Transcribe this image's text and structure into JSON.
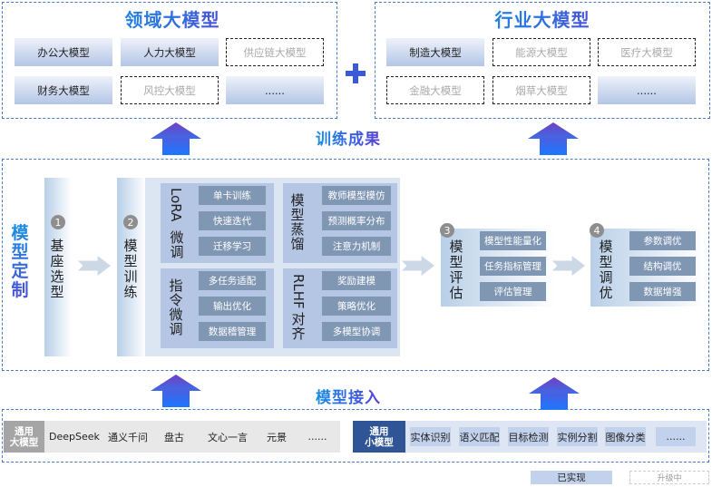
{
  "domain_models": {
    "title": "领域大模型",
    "items": [
      {
        "label": "办公大模型",
        "status": "done"
      },
      {
        "label": "人力大模型",
        "status": "done"
      },
      {
        "label": "供应链大模型",
        "status": "todo"
      },
      {
        "label": "财务大模型",
        "status": "done"
      },
      {
        "label": "风控大模型",
        "status": "todo"
      },
      {
        "label": "......",
        "status": "done"
      }
    ]
  },
  "plus_symbol": "+",
  "industry_models": {
    "title": "行业大模型",
    "items": [
      {
        "label": "制造大模型",
        "status": "done"
      },
      {
        "label": "能源大模型",
        "status": "todo"
      },
      {
        "label": "医疗大模型",
        "status": "todo"
      },
      {
        "label": "金融大模型",
        "status": "todo"
      },
      {
        "label": "烟草大模型",
        "status": "todo"
      },
      {
        "label": "......",
        "status": "done"
      }
    ]
  },
  "training_results_label": "训练成果",
  "customization": {
    "title": "模型定制",
    "stages": [
      {
        "number": "1",
        "label": "基座选型"
      },
      {
        "number": "2",
        "label": "模型训练"
      },
      {
        "number": "3",
        "label": "模型评估"
      },
      {
        "number": "4",
        "label": "模型调优"
      }
    ],
    "training_methods": [
      {
        "name": "LoRA微调",
        "name_latin": "LoRA",
        "name_cjk": "微调",
        "items": [
          "单卡训练",
          "快速迭代",
          "迁移学习"
        ]
      },
      {
        "name": "模型蒸馏",
        "items": [
          "教师模型模仿",
          "预测概率分布",
          "注意力机制"
        ]
      },
      {
        "name": "指令微调",
        "items": [
          "多任务适配",
          "输出优化",
          "数据稽管理"
        ]
      },
      {
        "name": "RLHF对齐",
        "name_latin": "RLHF",
        "name_cjk": "对齐",
        "items": [
          "奖励建模",
          "策略优化",
          "多模型协调"
        ]
      }
    ],
    "evaluation_items": [
      "模型性能量化",
      "任务指标管理",
      "评估管理"
    ],
    "tuning_items": [
      "参数调优",
      "结构调优",
      "数据增强"
    ]
  },
  "access_label": "模型接入",
  "general_large_models": {
    "header": [
      "通用",
      "大模型"
    ],
    "items": [
      "DeepSeek",
      "通义千问",
      "盘古",
      "文心一言",
      "元景",
      "......"
    ],
    "colors": {
      "header_bg": "#a5a5a5",
      "bar_bg": "#e8e8e8"
    }
  },
  "general_small_models": {
    "header": [
      "通用",
      "小模型"
    ],
    "items": [
      "实体识别",
      "语义匹配",
      "目标检测",
      "实例分割",
      "图像分类",
      "......"
    ],
    "colors": {
      "header_bg": "#2f5597",
      "bar_bg": "#dfe6f3",
      "item_bg": "#c3d2ec"
    }
  },
  "legend": {
    "done": "已实现",
    "upgrading": "升级中"
  },
  "colors": {
    "accent_blue": "#2f6fe0",
    "dashed_border": "#4a7bc4",
    "tag_bg": "#8097b4",
    "quad_bg": "#b4c6e4"
  }
}
